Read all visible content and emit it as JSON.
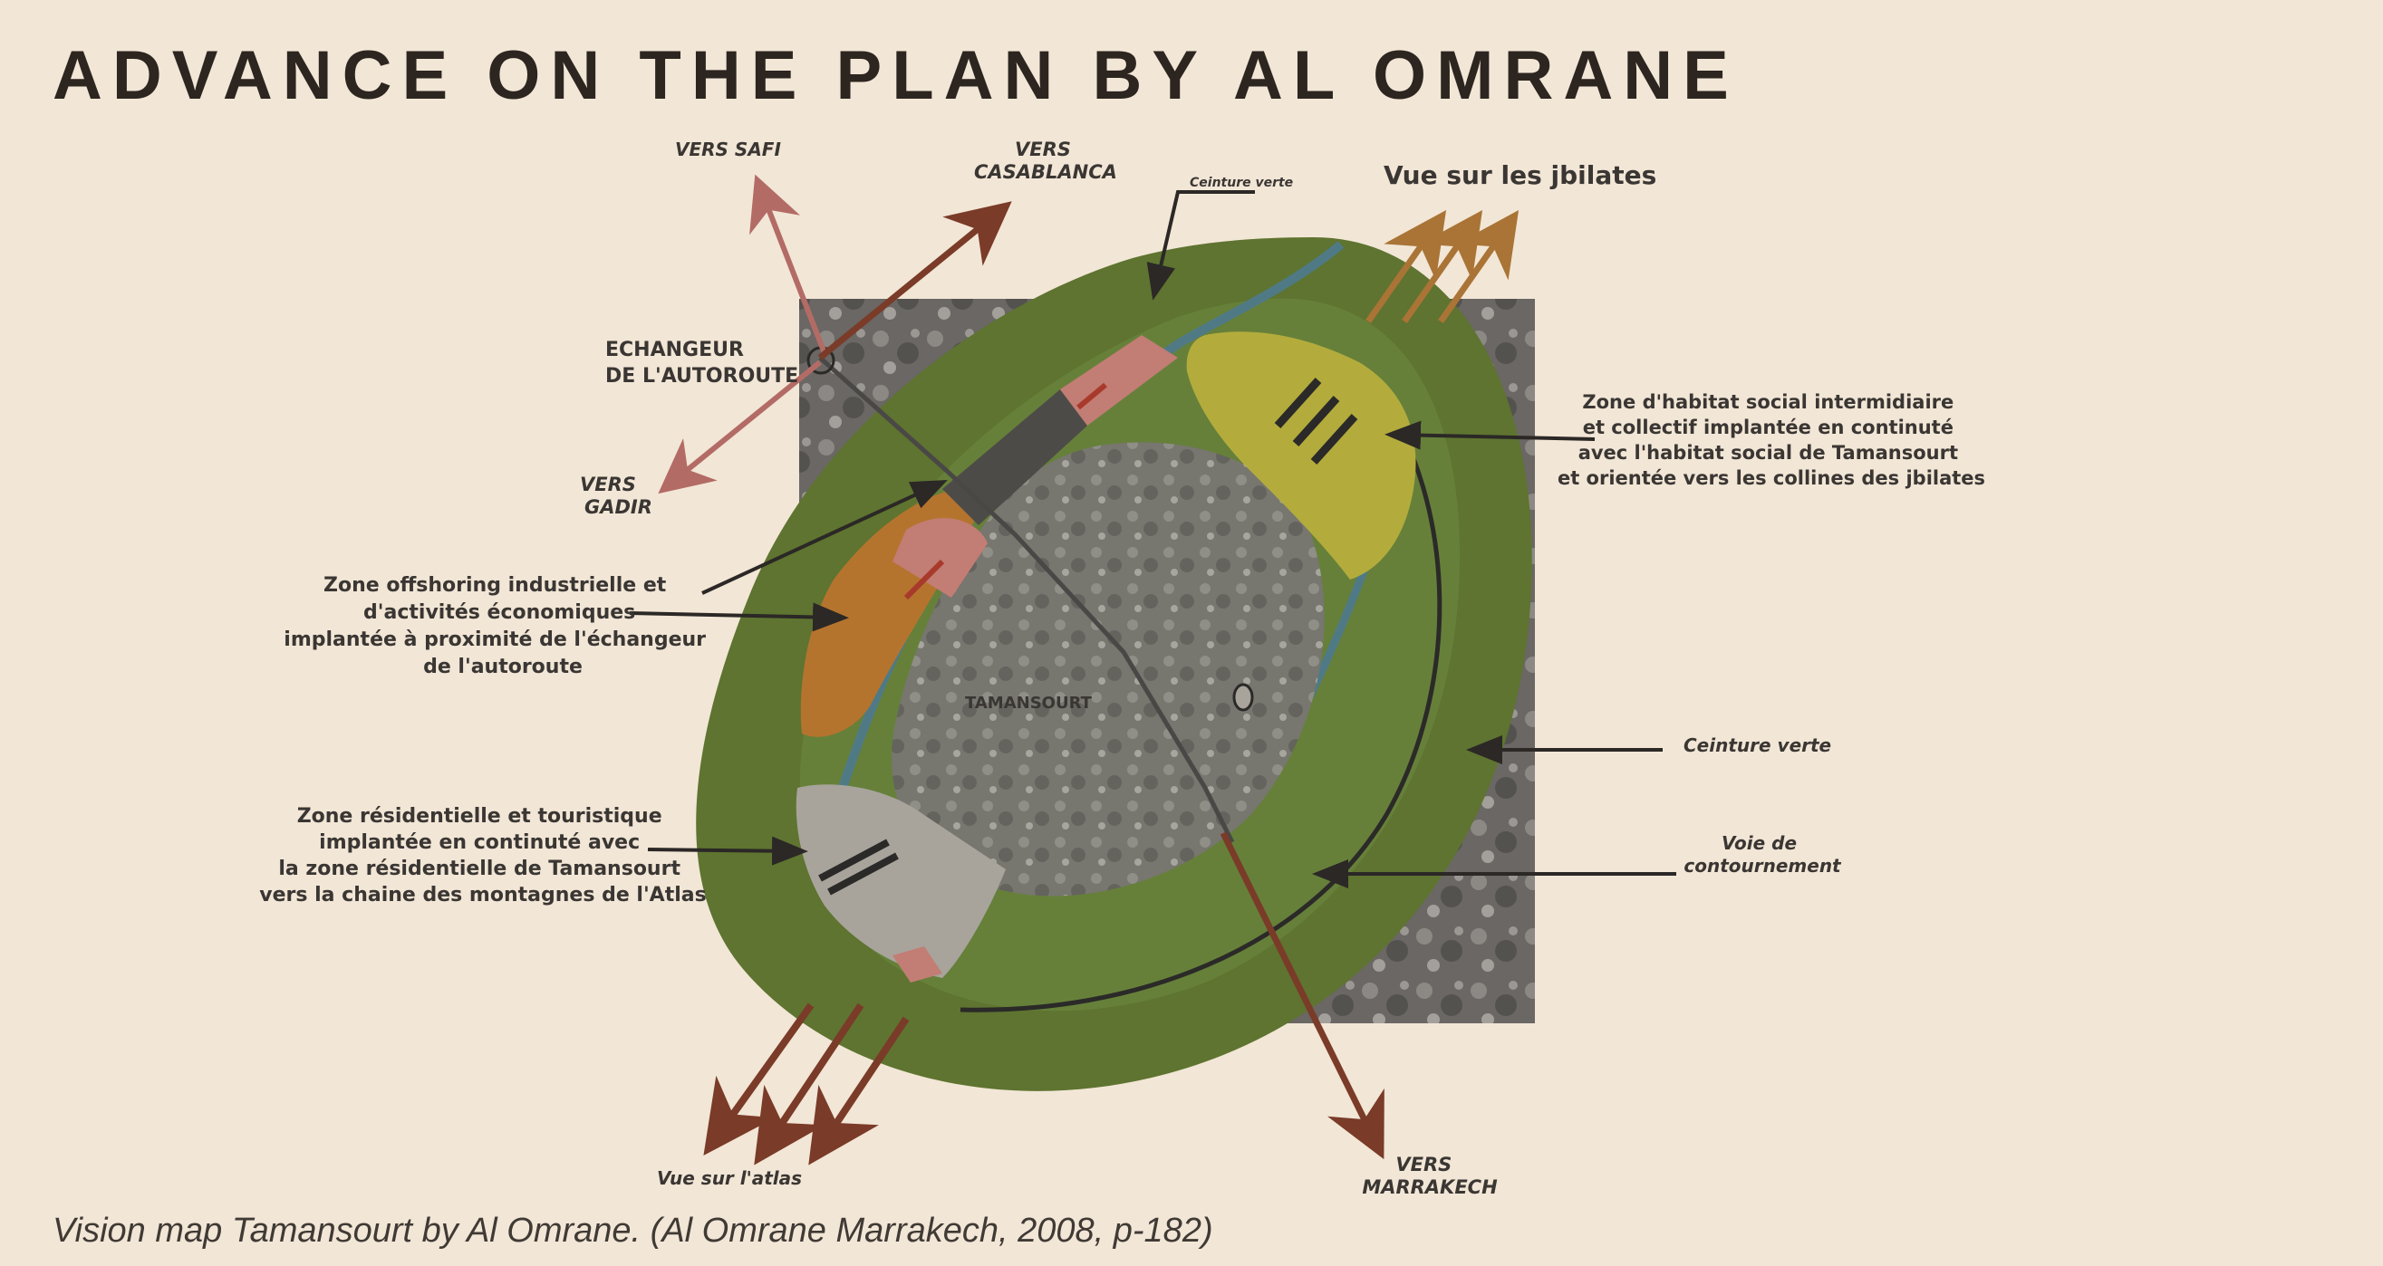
{
  "title": "ADVANCE ON THE PLAN BY AL OMRANE",
  "caption": "Vision map Tamansourt by Al Omrane. (Al Omrane Marrakech, 2008, p-182)",
  "map": {
    "labels": {
      "vers_safi": "VERS SAFI",
      "vers_casablanca": [
        "VERS",
        "CASABLANCA"
      ],
      "ceinture_verte_top": "Ceinture verte",
      "vue_jbilates": "Vue sur les jbilates",
      "echangeur": [
        "ECHANGEUR",
        "DE L'AUTOROUTE"
      ],
      "vers_agadir": [
        "VERS",
        "GADIR"
      ],
      "zone_offshoring": [
        "Zone offshoring industrielle  et",
        "d'activités économiques",
        "implantée à proximité de l'échangeur",
        "de l'autoroute"
      ],
      "zone_habitat": [
        "Zone d'habitat social intermidiaire",
        "et collectif implantée en continuté",
        "avec l'habitat social de Tamansourt",
        "et orientée vers les collines des jbilates"
      ],
      "tamansourt": "TAMANSOURT",
      "ceinture_verte_right": "Ceinture verte",
      "zone_residentielle": [
        "Zone résidentielle et touristique",
        "implantée en continuté avec",
        "la zone résidentielle de Tamansourt",
        "vers la chaine des montagnes de l'Atlas"
      ],
      "voie_contournement": [
        "Voie de",
        "contournement"
      ],
      "vue_atlas": "Vue sur l'atlas",
      "vers_marrakech": [
        "VERS",
        "MARRAKECH"
      ]
    },
    "colors": {
      "background": "#f2e6d6",
      "green_belt": "#5e7430",
      "city_gray": "#7a7a76",
      "industrial": "#b5742e",
      "housing_yellow": "#b3ac3c",
      "pink_zone": "#c27d74",
      "arrow_brown": "#7a3b28",
      "arrow_ochre": "#a97436",
      "arrow_pink": "#b36b66",
      "label_dark": "#3a3633"
    }
  }
}
